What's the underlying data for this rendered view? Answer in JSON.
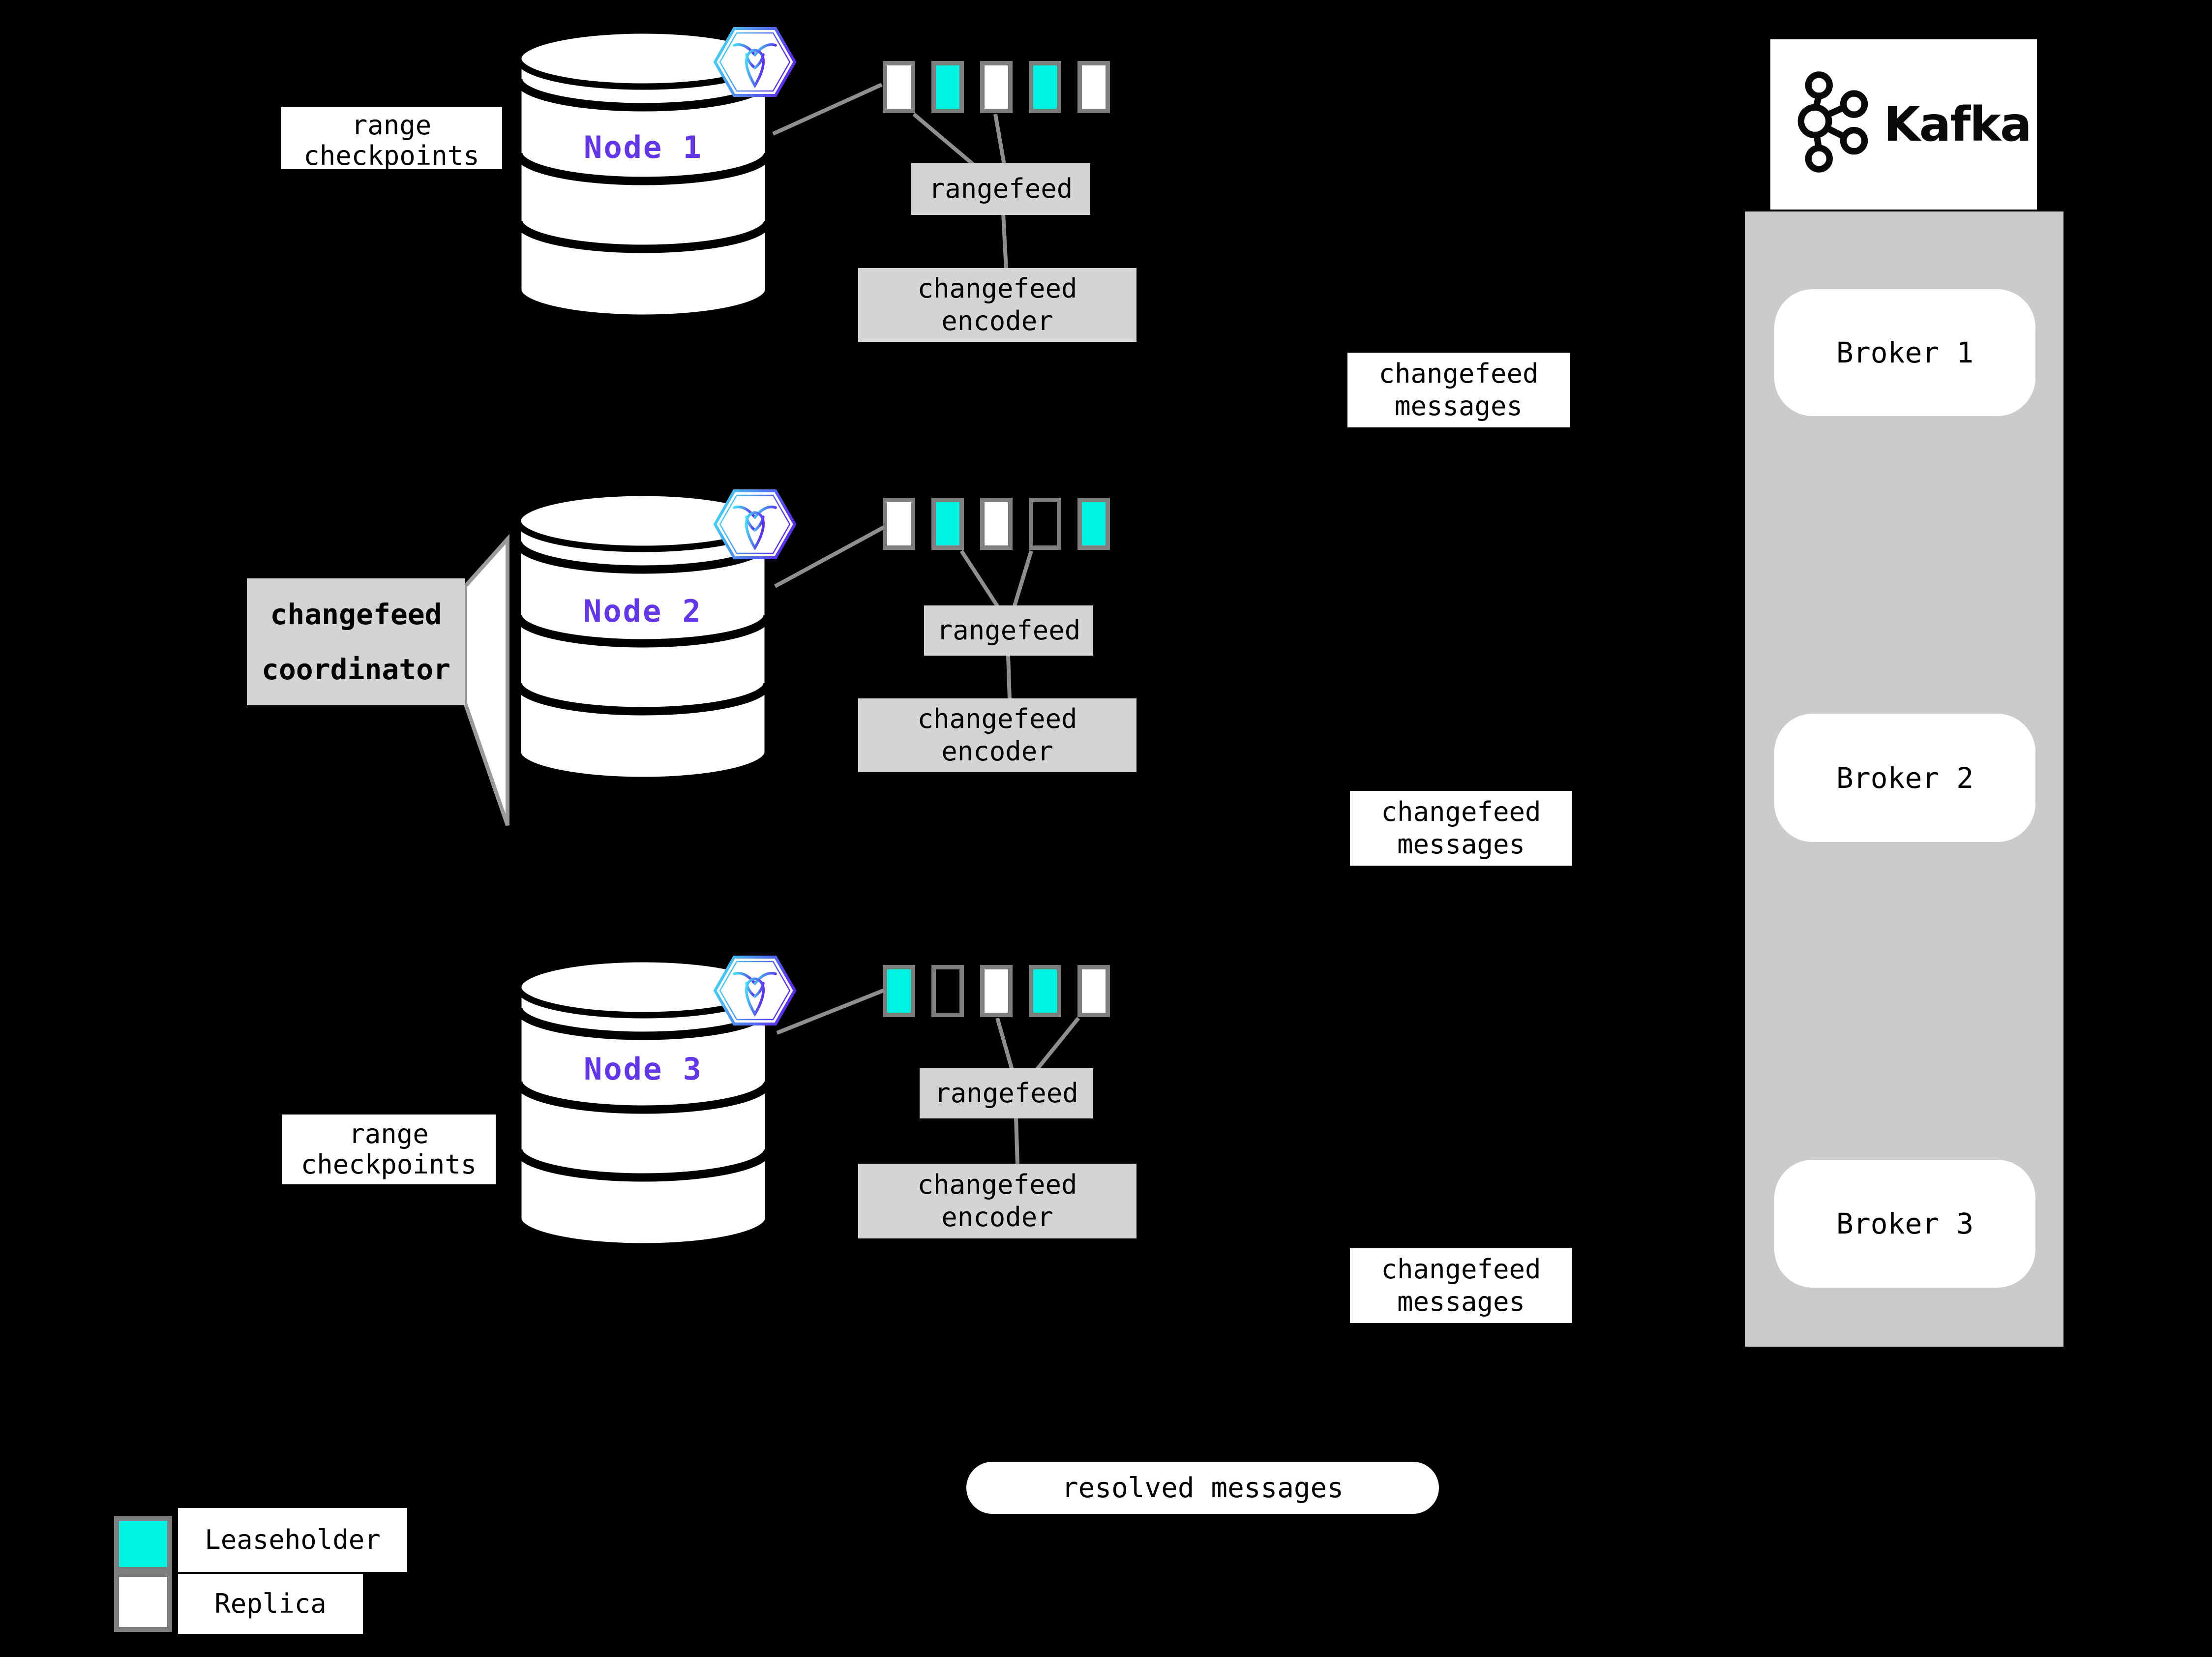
{
  "nodes": [
    {
      "name": "Node 1",
      "side_label": {
        "line1": "range",
        "line2": "checkpoints"
      },
      "ranges": [
        "replica",
        "leaseholder",
        "replica",
        "leaseholder",
        "replica"
      ],
      "rangefeed_label": "rangefeed",
      "encoder_label": {
        "line1": "changefeed",
        "line2": "encoder"
      }
    },
    {
      "name": "Node 2",
      "side_label": {
        "line1": "changefeed",
        "line2": "coordinator"
      },
      "ranges": [
        "replica",
        "leaseholder",
        "replica",
        "empty",
        "leaseholder"
      ],
      "rangefeed_label": "rangefeed",
      "encoder_label": {
        "line1": "changefeed",
        "line2": "encoder"
      }
    },
    {
      "name": "Node 3",
      "side_label": {
        "line1": "range",
        "line2": "checkpoints"
      },
      "ranges": [
        "leaseholder",
        "empty",
        "replica",
        "leaseholder",
        "replica"
      ],
      "rangefeed_label": "rangefeed",
      "encoder_label": {
        "line1": "changefeed",
        "line2": "encoder"
      }
    }
  ],
  "changefeed_messages": [
    {
      "line1": "changefeed",
      "line2": "messages"
    },
    {
      "line1": "changefeed",
      "line2": "messages"
    },
    {
      "line1": "changefeed",
      "line2": "messages"
    }
  ],
  "resolved_label": "resolved messages",
  "kafka": {
    "brand": "Kafka",
    "brokers": [
      {
        "label": "Broker 1"
      },
      {
        "label": "Broker 2"
      },
      {
        "label": "Broker 3"
      }
    ]
  },
  "legend": {
    "leaseholder": "Leaseholder",
    "replica": "Replica"
  },
  "icons": {
    "node_badge": "cockroachdb-logo",
    "sink_logo": "kafka-logo"
  },
  "colors": {
    "leaseholder": "#00F2E2",
    "replica": "#FFFFFF",
    "node-text": "#6336E8",
    "box-gray": "#D4D4D4",
    "panel-gray": "#CBCBCB",
    "line-gray": "#8F8F8F",
    "hex-gradient-start": "#45E0F5",
    "hex-gradient-end": "#5A31EE"
  }
}
